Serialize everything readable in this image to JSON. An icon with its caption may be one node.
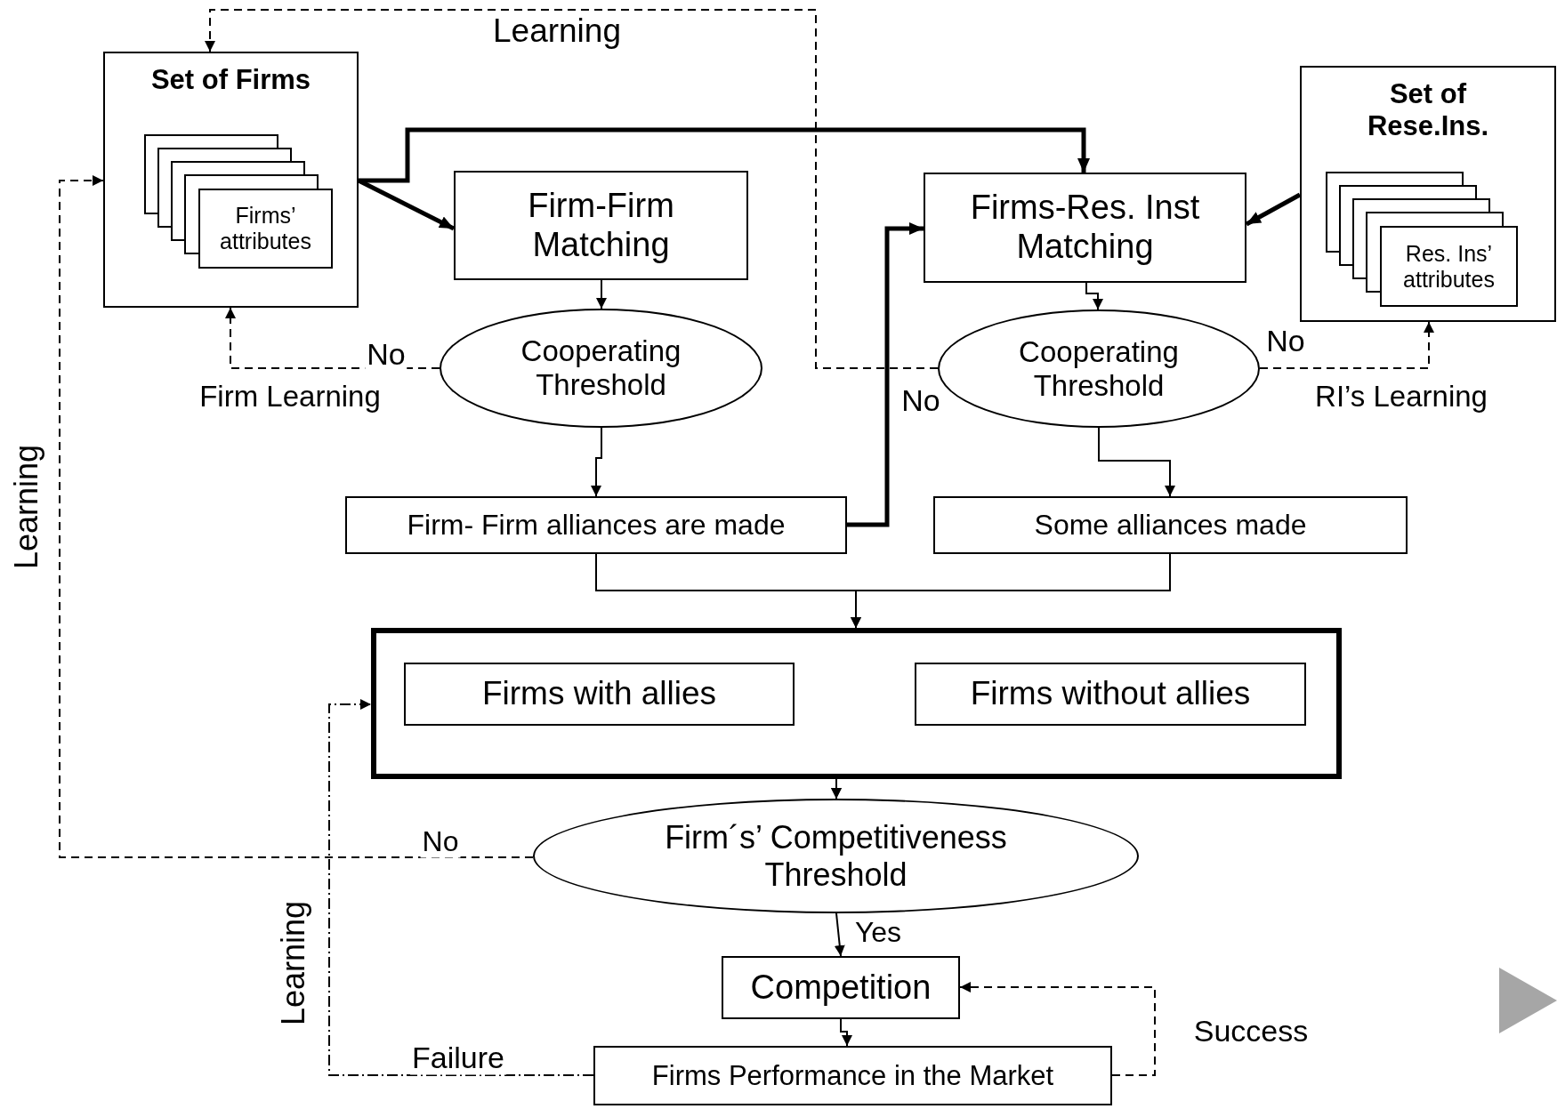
{
  "diagram": {
    "nodes": [
      {
        "text": [
          "Set of Firms"
        ]
      },
      {
        "text": [
          "Firms’ attributes"
        ],
        "in": 0
      },
      {
        "text": [
          "Firm-Firm Matching"
        ]
      },
      {
        "text": [
          "Firms-Res. Inst Matching"
        ]
      },
      {
        "text": [
          "Set of Rese.Ins."
        ]
      },
      {
        "text": [
          "Res. Ins’ attributes"
        ],
        "in": 4
      },
      {
        "text": [
          "Cooperating Threshold"
        ]
      },
      {
        "text": [
          "Cooperating Threshold"
        ]
      },
      {
        "text": [
          "Firm- Firm alliances are made"
        ]
      },
      {
        "text": [
          "Some alliances made"
        ]
      },
      {
        "text": [],
        "shape": "box"
      },
      {
        "text": [
          "Firms with allies"
        ],
        "in": 10
      },
      {
        "text": [
          "Firms without allies"
        ],
        "in": 10
      },
      {
        "text": [
          "Firm´s’ Competitiveness Threshold"
        ]
      },
      {
        "text": [
          "Competition"
        ]
      },
      {
        "text": [
          "Firms Performance in the Market"
        ]
      }
    ],
    "edges": [
      {
        "from": 0,
        "to": 2,
        "arrow": "to",
        "style": "thick"
      },
      {
        "from": 0,
        "to": 3,
        "arrow": "to",
        "style": "thick"
      },
      {
        "from": 4,
        "to": 3,
        "arrow": "to",
        "style": "thick"
      },
      {
        "from": 2,
        "to": 6,
        "arrow": "to"
      },
      {
        "from": 3,
        "to": 7,
        "arrow": "to"
      },
      {
        "from": 6,
        "to": 0,
        "arrow": "to",
        "style": "dashed",
        "label": "No"
      },
      {
        "from": 7,
        "to": 0,
        "arrow": "to",
        "style": "dashed",
        "label": "No"
      },
      {
        "from": 7,
        "to": 4,
        "arrow": "to",
        "style": "dashed",
        "label": "No"
      },
      {
        "from": 6,
        "to": 8,
        "arrow": "to"
      },
      {
        "from": 7,
        "to": 9,
        "arrow": "to"
      },
      {
        "from": 8,
        "to": 3,
        "arrow": "to",
        "style": "thick"
      },
      {
        "from": 8,
        "to": 10,
        "arrow": "to"
      },
      {
        "from": 9,
        "to": 10,
        "arrow": "to"
      },
      {
        "from": 11,
        "to": 13,
        "arrow": "to"
      },
      {
        "from": 12,
        "to": 13,
        "arrow": "to"
      },
      {
        "from": 13,
        "to": 0,
        "arrow": "to",
        "style": "dashed",
        "label": "No"
      },
      {
        "from": 13,
        "to": 14,
        "arrow": "to",
        "label": "Yes"
      },
      {
        "from": 14,
        "to": 15,
        "arrow": "to"
      },
      {
        "from": 15,
        "to": 14,
        "arrow": "to",
        "style": "dashed",
        "label": "Success"
      },
      {
        "from": 15,
        "to": 10,
        "arrow": "to",
        "style": "dashed",
        "label": "Failure"
      }
    ],
    "labels": [
      "Learning",
      "Firm Learning",
      "RI’s Learning",
      "Learning",
      "Learning"
    ]
  }
}
